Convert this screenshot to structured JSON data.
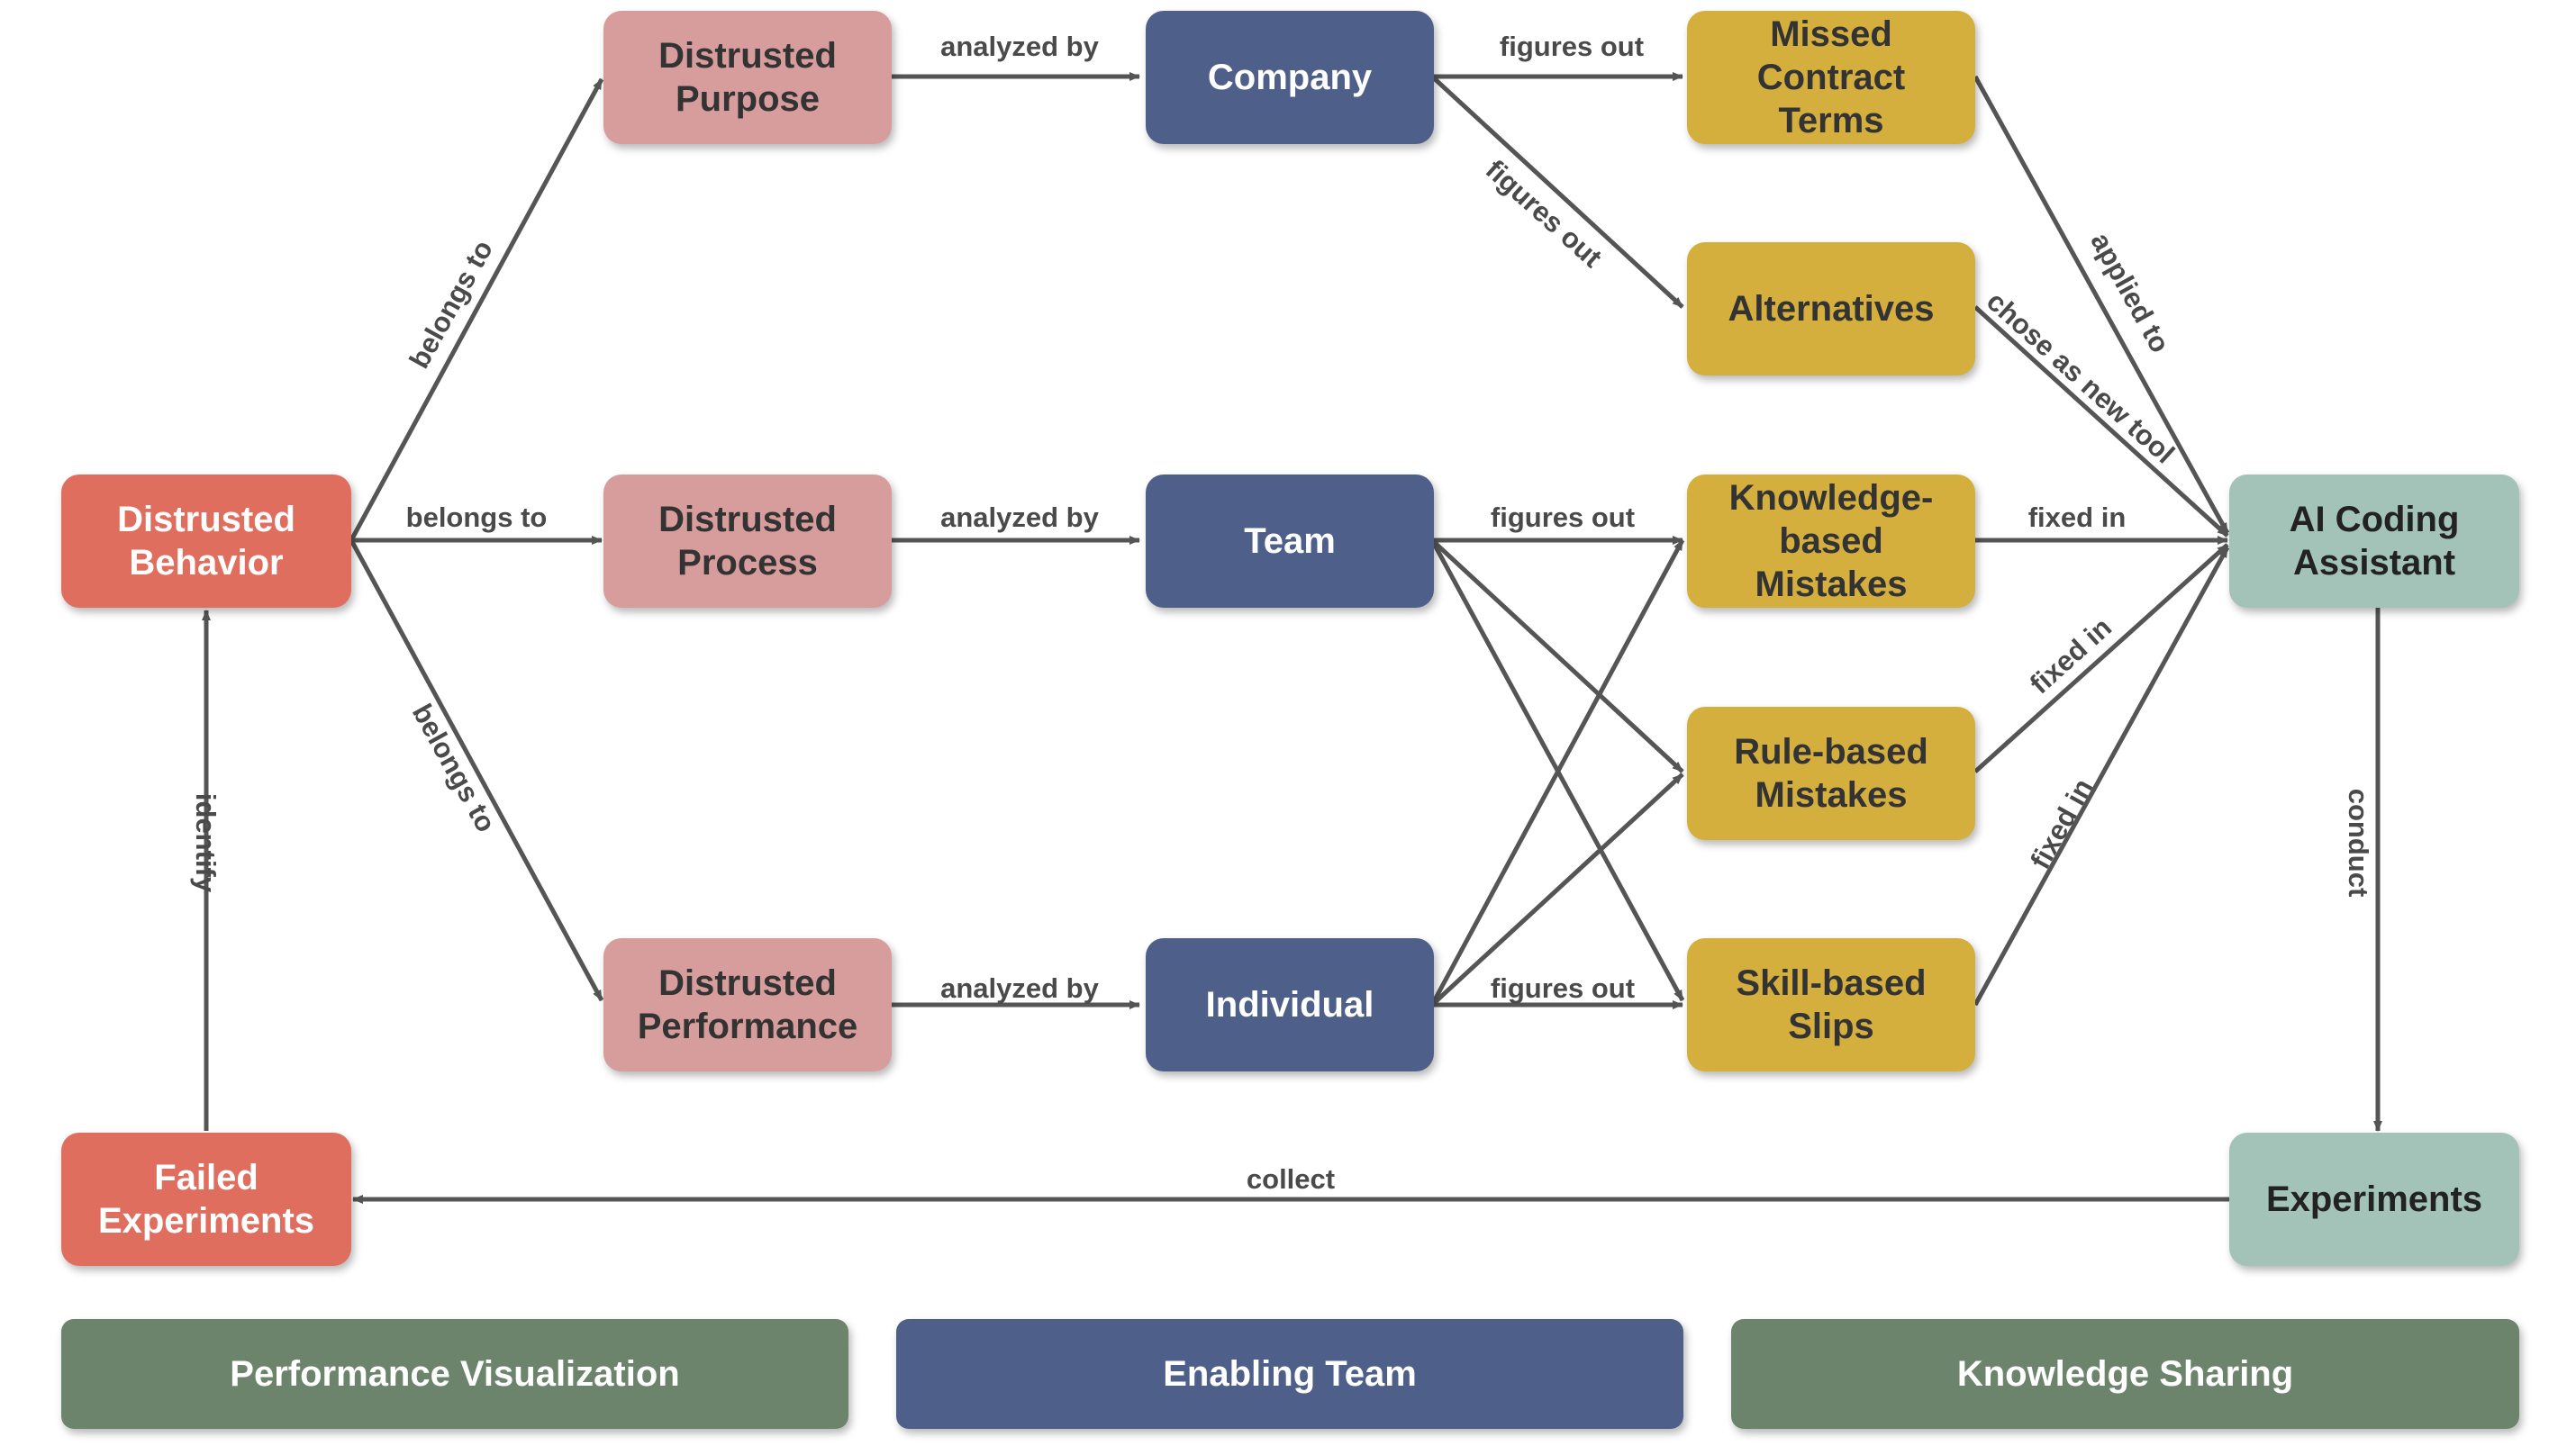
{
  "colors": {
    "behavior_red": "#e06e5f",
    "distrusted_pink": "#d79c9c",
    "analyzer_navy": "#4e5f8a",
    "error_gold": "#d4af3e",
    "tool_teal": "#a3c2b8",
    "bar_green": "#6c846b",
    "bar_blue": "#4e5f8a",
    "edge_gray": "#555555"
  },
  "nodes": {
    "distrusted_behavior": "Distrusted\nBehavior",
    "failed_experiments": "Failed\nExperiments",
    "distrusted_purpose": "Distrusted\nPurpose",
    "distrusted_process": "Distrusted\nProcess",
    "distrusted_performance": "Distrusted\nPerformance",
    "company": "Company",
    "team": "Team",
    "individual": "Individual",
    "missed_contract_terms": "Missed\nContract\nTerms",
    "alternatives": "Alternatives",
    "knowledge_based_mistakes": "Knowledge-\nbased\nMistakes",
    "rule_based_mistakes": "Rule-based\nMistakes",
    "skill_based_slips": "Skill-based\nSlips",
    "ai_coding_assistant": "AI Coding\nAssistant",
    "experiments": "Experiments"
  },
  "edge_labels": {
    "belongs_to_purpose": "belongs to",
    "belongs_to_process": "belongs to",
    "belongs_to_performance": "belongs to",
    "analyzed_by_company": "analyzed by",
    "analyzed_by_team": "analyzed by",
    "analyzed_by_individual": "analyzed by",
    "figures_out_missed": "figures out",
    "figures_out_alternatives": "figures out",
    "figures_out_knowledge": "figures out",
    "figures_out_slips": "figures out",
    "applied_to": "applied to",
    "chose_as_new_tool": "chose as new tool",
    "fixed_in_knowledge": "fixed in",
    "fixed_in_rule": "fixed in",
    "fixed_in_slips": "fixed in",
    "conduct": "conduct",
    "collect": "collect",
    "identify": "identify"
  },
  "bottom_bars": {
    "performance_visualization": "Performance Visualization",
    "enabling_team": "Enabling Team",
    "knowledge_sharing": "Knowledge Sharing"
  }
}
